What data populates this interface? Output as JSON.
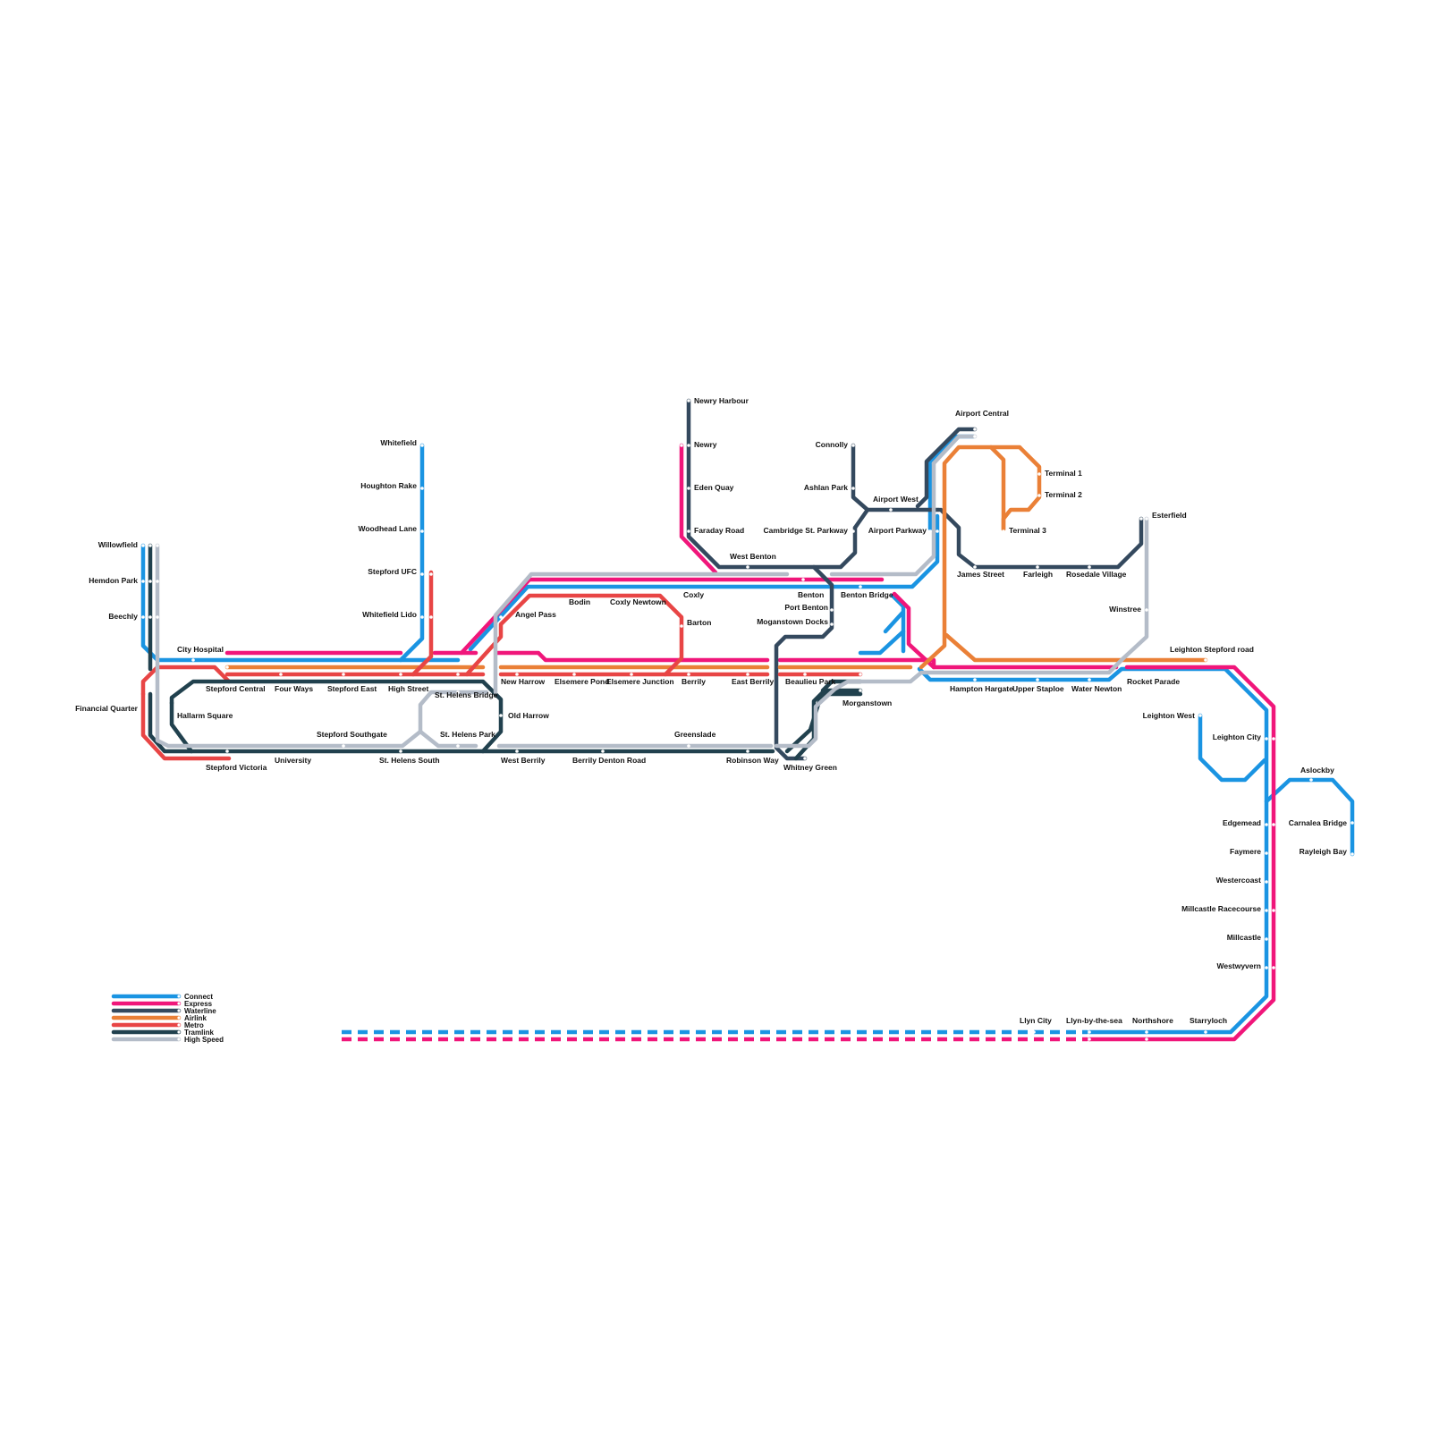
{
  "colors": {
    "connect": "#1a94e2",
    "express": "#f0167a",
    "waterline": "#34495e",
    "airlink": "#ea8037",
    "metro": "#e84545",
    "tramlink": "#21414e",
    "highspeed": "#b4bcc8"
  },
  "legend": [
    {
      "id": "connect",
      "label": "Connect"
    },
    {
      "id": "express",
      "label": "Express"
    },
    {
      "id": "waterline",
      "label": "Waterline"
    },
    {
      "id": "airlink",
      "label": "Airlink"
    },
    {
      "id": "metro",
      "label": "Metro"
    },
    {
      "id": "tramlink",
      "label": "Tramlink"
    },
    {
      "id": "highspeed",
      "label": "High Speed"
    }
  ],
  "stations": [
    "Willowfield",
    "Hemdon Park",
    "Beechly",
    "City Hospital",
    "Financial Quarter",
    "Hallarm Square",
    "Stepford Central",
    "Four Ways",
    "Stepford East",
    "High Street",
    "Stepford Victoria",
    "University",
    "Stepford Southgate",
    "St. Helens South",
    "Whitefield",
    "Houghton Rake",
    "Woodhead Lane",
    "Stepford UFC",
    "Whitefield Lido",
    "St. Helens Bridge",
    "St. Helens Park",
    "Old Harrow",
    "West Berrily",
    "Angel Pass",
    "New Harrow",
    "Bodin",
    "Coxly Newtown",
    "Elsemere Pond",
    "Elsemere Junction",
    "Barton",
    "Berrily",
    "East Berrily",
    "Greenslade",
    "Berrily Denton Road",
    "Robinson Way",
    "Coxly",
    "Newry Harbour",
    "Newry",
    "Eden Quay",
    "Faraday Road",
    "West Benton",
    "Benton",
    "Port Benton",
    "Moganstown Docks",
    "Beaulieu Park",
    "Whitney Green",
    "Morganstown",
    "Connolly",
    "Ashlan Park",
    "Cambridge St. Parkway",
    "Airport West",
    "Airport Parkway",
    "Airport Central",
    "Benton Bridge",
    "Terminal 1",
    "Terminal 2",
    "Terminal 3",
    "James Street",
    "Farleigh",
    "Rosedale Village",
    "Esterfield",
    "Winstree",
    "Hampton Hargate",
    "Upper Staploe",
    "Water Newton",
    "Rocket Parade",
    "Leighton Stepford road",
    "Leighton West",
    "Leighton City",
    "Aslockby",
    "Carnalea Bridge",
    "Rayleigh Bay",
    "Edgemead",
    "Faymere",
    "Westercoast",
    "Millcastle Racecourse",
    "Millcastle",
    "Westwyvern",
    "Llyn City",
    "Llyn-by-the-sea",
    "Northshore",
    "Starryloch"
  ]
}
